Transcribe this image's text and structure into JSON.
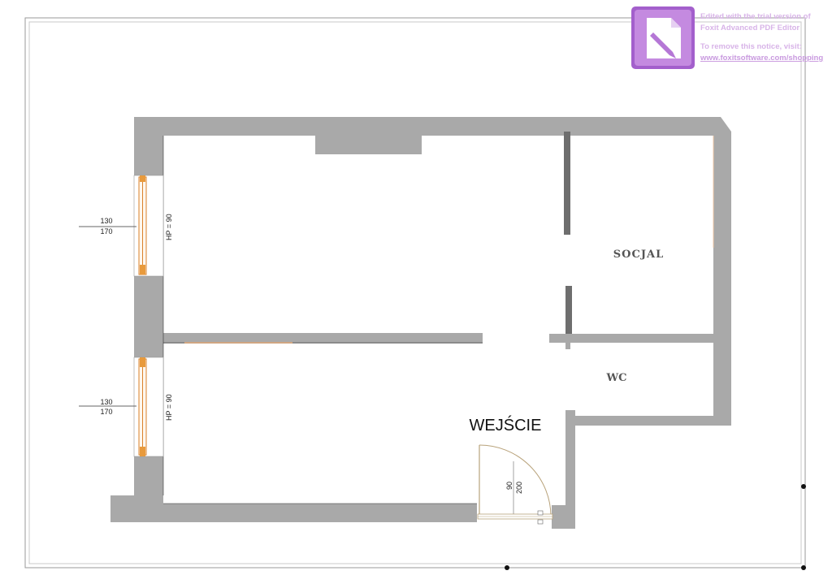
{
  "watermark": {
    "line1": "Edited with the trial version of",
    "line2": "Foxit Advanced PDF Editor",
    "line3": "To remove this notice, visit:",
    "link": "www.foxitsoftware.com/shopping",
    "brand_color": "#b577d6",
    "icon": "foxit-pdf-editor-icon"
  },
  "rooms": {
    "socjal": "SOCJAL",
    "wc": "WC",
    "entrance": "WEJŚCIE"
  },
  "windows": [
    {
      "sill_label": "130",
      "head_label": "170",
      "hp_label": "HP = 90"
    },
    {
      "sill_label": "130",
      "head_label": "170",
      "hp_label": "HP = 90"
    }
  ],
  "door": {
    "width_label": "90",
    "height_label": "200"
  },
  "colors": {
    "wall": "#a9a9a9",
    "window_frame": "#d9822b",
    "door_swing": "#b8a27a"
  }
}
